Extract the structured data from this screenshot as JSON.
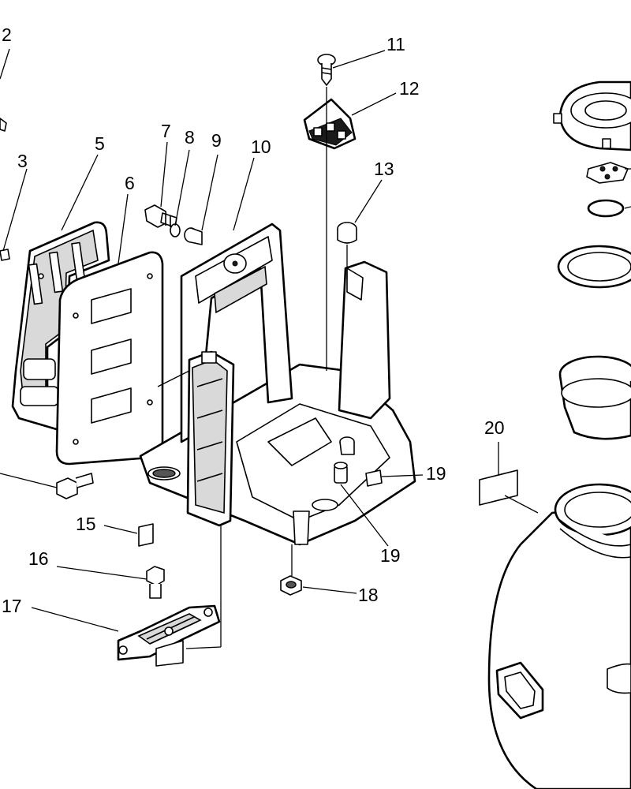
{
  "diagram": {
    "callouts": [
      "2",
      "3",
      "5",
      "6",
      "7",
      "8",
      "9",
      "10",
      "11",
      "12",
      "13",
      "15",
      "16",
      "17",
      "18",
      "19",
      "19",
      "20"
    ]
  }
}
